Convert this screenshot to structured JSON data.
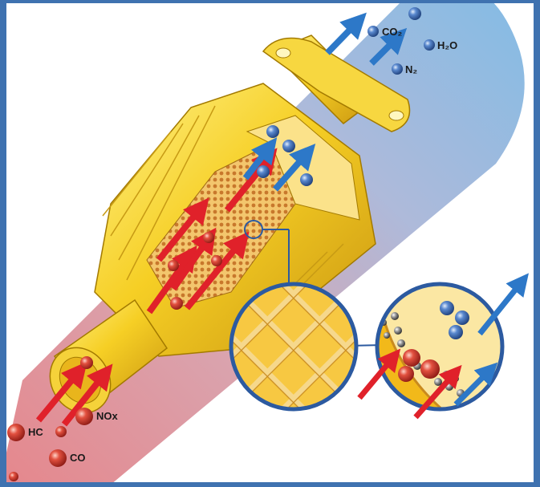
{
  "colors": {
    "frame": "#3f72b0",
    "inlet_band": "#d9414f",
    "outlet_band": "#4f9ad8",
    "converter_body": "#f2c21b",
    "converter_edge": "#a37a00",
    "honeycomb": "#e8a85a",
    "pollutant_sphere": "#d8312d",
    "clean_sphere": "#3d6fb8",
    "arrow_red": "#e0212a",
    "arrow_blue": "#2d78c8",
    "precious_metal_grain": "#8c8c8c"
  },
  "inlet_labels": {
    "hc": "HC",
    "co": "CO",
    "nox": "NOx"
  },
  "outlet_labels": {
    "co2": "CO₂",
    "h2o": "H₂O",
    "n2": "N₂"
  },
  "icons": {
    "converter": "catalytic-converter-cutaway",
    "honeycomb_zoom": "honeycomb-magnifier",
    "surface_zoom": "catalyst-surface-magnifier"
  }
}
